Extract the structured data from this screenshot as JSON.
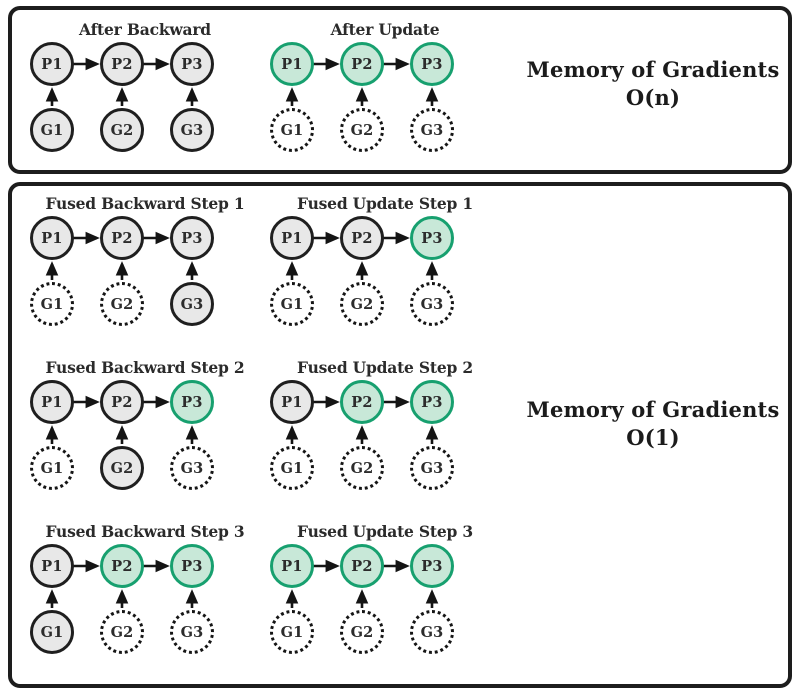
{
  "diagram": {
    "title_hidden": "",
    "node_colors": {
      "solid_fill": "#e8e8e8",
      "solid_border": "#1f1f1f",
      "green_fill": "#c8e8d8",
      "green_border": "#17a06f",
      "dotted_fill": "#ffffff",
      "dotted_border": "#151515",
      "panel_border": "#1d1d1d",
      "edge": "#141414"
    }
  },
  "panels": [
    {
      "id": "top",
      "note": "Memory of Gradients\nO(n)",
      "groups": [
        {
          "title": "After Backward",
          "params": [
            {
              "label": "P1",
              "style": "solid"
            },
            {
              "label": "P2",
              "style": "solid"
            },
            {
              "label": "P3",
              "style": "solid"
            }
          ],
          "grads": [
            {
              "label": "G1",
              "style": "solid"
            },
            {
              "label": "G2",
              "style": "solid"
            },
            {
              "label": "G3",
              "style": "solid"
            }
          ]
        },
        {
          "title": "After Update",
          "params": [
            {
              "label": "P1",
              "style": "green"
            },
            {
              "label": "P2",
              "style": "green"
            },
            {
              "label": "P3",
              "style": "green"
            }
          ],
          "grads": [
            {
              "label": "G1",
              "style": "dotted"
            },
            {
              "label": "G2",
              "style": "dotted"
            },
            {
              "label": "G3",
              "style": "dotted"
            }
          ]
        }
      ]
    },
    {
      "id": "bottom",
      "note": "Memory of Gradients\nO(1)",
      "groups": [
        {
          "title": "Fused Backward Step 1",
          "params": [
            {
              "label": "P1",
              "style": "solid"
            },
            {
              "label": "P2",
              "style": "solid"
            },
            {
              "label": "P3",
              "style": "solid"
            }
          ],
          "grads": [
            {
              "label": "G1",
              "style": "dotted"
            },
            {
              "label": "G2",
              "style": "dotted"
            },
            {
              "label": "G3",
              "style": "solid"
            }
          ]
        },
        {
          "title": "Fused Update Step 1",
          "params": [
            {
              "label": "P1",
              "style": "solid"
            },
            {
              "label": "P2",
              "style": "solid"
            },
            {
              "label": "P3",
              "style": "green"
            }
          ],
          "grads": [
            {
              "label": "G1",
              "style": "dotted"
            },
            {
              "label": "G2",
              "style": "dotted"
            },
            {
              "label": "G3",
              "style": "dotted"
            }
          ]
        },
        {
          "title": "Fused Backward Step 2",
          "params": [
            {
              "label": "P1",
              "style": "solid"
            },
            {
              "label": "P2",
              "style": "solid"
            },
            {
              "label": "P3",
              "style": "green"
            }
          ],
          "grads": [
            {
              "label": "G1",
              "style": "dotted"
            },
            {
              "label": "G2",
              "style": "solid"
            },
            {
              "label": "G3",
              "style": "dotted"
            }
          ]
        },
        {
          "title": "Fused Update Step 2",
          "params": [
            {
              "label": "P1",
              "style": "solid"
            },
            {
              "label": "P2",
              "style": "green"
            },
            {
              "label": "P3",
              "style": "green"
            }
          ],
          "grads": [
            {
              "label": "G1",
              "style": "dotted"
            },
            {
              "label": "G2",
              "style": "dotted"
            },
            {
              "label": "G3",
              "style": "dotted"
            }
          ]
        },
        {
          "title": "Fused Backward Step 3",
          "params": [
            {
              "label": "P1",
              "style": "solid"
            },
            {
              "label": "P2",
              "style": "green"
            },
            {
              "label": "P3",
              "style": "green"
            }
          ],
          "grads": [
            {
              "label": "G1",
              "style": "solid"
            },
            {
              "label": "G2",
              "style": "dotted"
            },
            {
              "label": "G3",
              "style": "dotted"
            }
          ]
        },
        {
          "title": "Fused Update Step 3",
          "params": [
            {
              "label": "P1",
              "style": "green"
            },
            {
              "label": "P2",
              "style": "green"
            },
            {
              "label": "P3",
              "style": "green"
            }
          ],
          "grads": [
            {
              "label": "G1",
              "style": "dotted"
            },
            {
              "label": "G2",
              "style": "dotted"
            },
            {
              "label": "G3",
              "style": "dotted"
            }
          ]
        }
      ]
    }
  ]
}
